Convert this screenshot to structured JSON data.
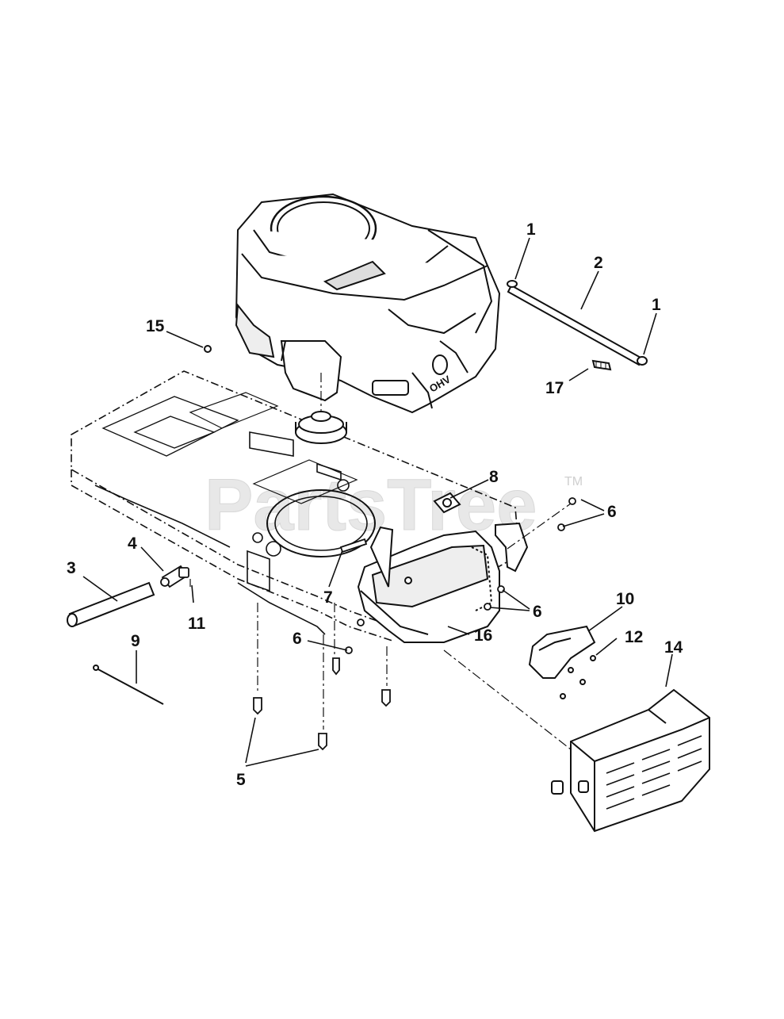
{
  "watermark": {
    "text": "PartsTree",
    "trademark": "TM"
  },
  "engine_label": "OHV",
  "callouts": [
    {
      "id": "c1a",
      "label": "1"
    },
    {
      "id": "c1b",
      "label": "1"
    },
    {
      "id": "c2",
      "label": "2"
    },
    {
      "id": "c3",
      "label": "3"
    },
    {
      "id": "c4",
      "label": "4"
    },
    {
      "id": "c5",
      "label": "5"
    },
    {
      "id": "c6a",
      "label": "6"
    },
    {
      "id": "c6b",
      "label": "6"
    },
    {
      "id": "c6c",
      "label": "6"
    },
    {
      "id": "c7",
      "label": "7"
    },
    {
      "id": "c8",
      "label": "8"
    },
    {
      "id": "c9",
      "label": "9"
    },
    {
      "id": "c10",
      "label": "10"
    },
    {
      "id": "c11",
      "label": "11"
    },
    {
      "id": "c12",
      "label": "12"
    },
    {
      "id": "c14",
      "label": "14"
    },
    {
      "id": "c15",
      "label": "15"
    },
    {
      "id": "c16",
      "label": "16"
    },
    {
      "id": "c17",
      "label": "17"
    }
  ]
}
